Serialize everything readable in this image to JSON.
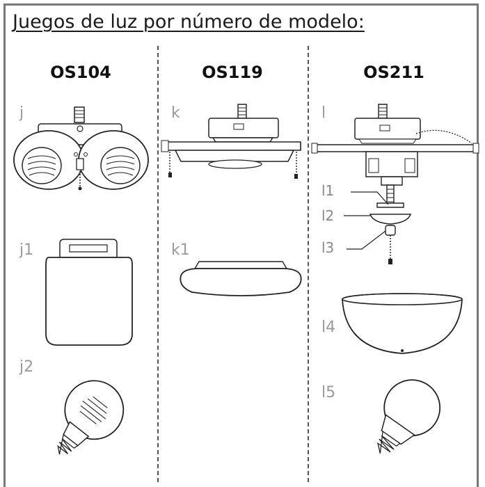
{
  "title": "Juegos de luz por número de modelo:",
  "columns": [
    {
      "model": "OS104",
      "parts": [
        {
          "label": "j"
        },
        {
          "label": "j1"
        },
        {
          "label": "j2"
        }
      ]
    },
    {
      "model": "OS119",
      "parts": [
        {
          "label": "k"
        },
        {
          "label": "k1"
        }
      ]
    },
    {
      "model": "OS211",
      "parts": [
        {
          "label": "l"
        },
        {
          "label": "l1"
        },
        {
          "label": "l2"
        },
        {
          "label": "l3"
        },
        {
          "label": "l4"
        },
        {
          "label": "l5"
        }
      ]
    }
  ]
}
